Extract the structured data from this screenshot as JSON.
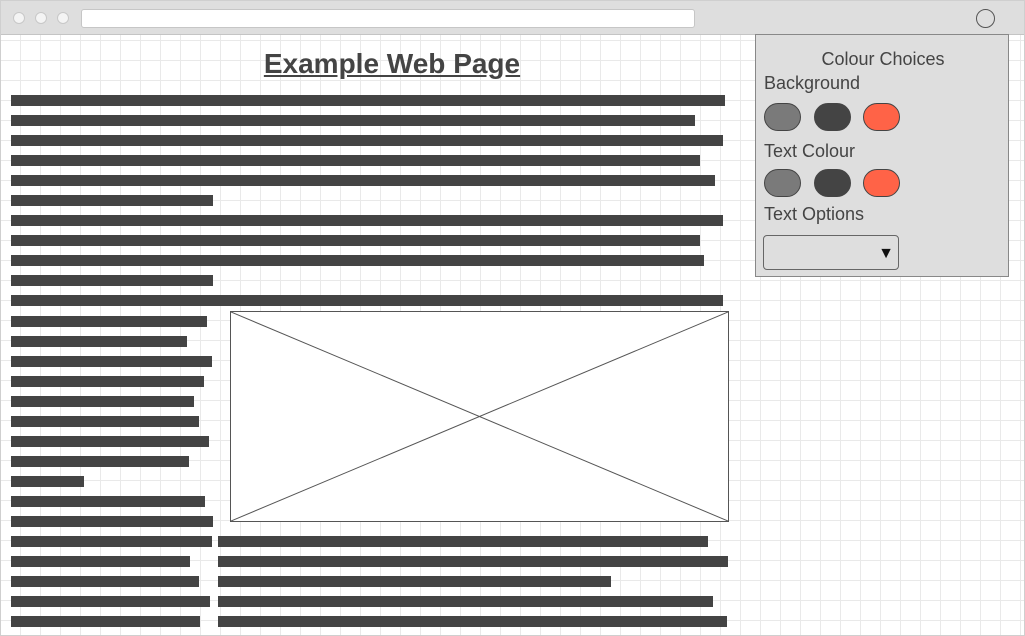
{
  "page": {
    "title": "Example Web Page"
  },
  "panel": {
    "title": "Colour Choices",
    "background_label": "Background",
    "text_colour_label": "Text Colour",
    "text_options_label": "Text Options",
    "text_options_selected": "",
    "swatches": {
      "grey": "#7a7a7a",
      "dark": "#444444",
      "orange": "#ff6347"
    }
  },
  "icons": {
    "dropdown": "chevron-down-icon"
  },
  "colors": {
    "text_bar": "#444444",
    "panel_bg": "#dedede",
    "grid": "#e9e9e9"
  }
}
